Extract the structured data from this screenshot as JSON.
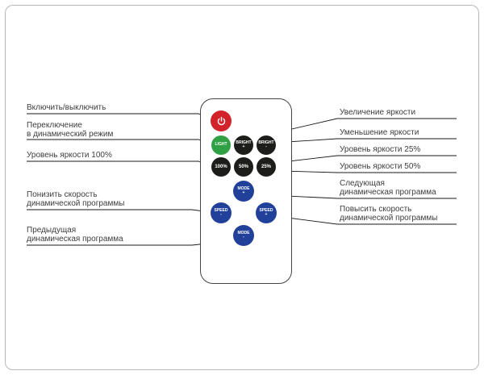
{
  "diagram": {
    "title": "LED controller remote button map",
    "colors": {
      "power_button": "#d2232a",
      "light_button": "#2fa043",
      "dark_button": "#1d1d1b",
      "blue_button": "#21409a",
      "label_text": "#3d3d3d",
      "line": "#1a1a1a",
      "frame_border": "#b9b9b9"
    }
  },
  "labels": {
    "left": [
      {
        "id": "power",
        "text": "Включить/выключить"
      },
      {
        "id": "light",
        "text": "Переключение\nв динамический режим"
      },
      {
        "id": "b100",
        "text": "Уровень яркости 100%"
      },
      {
        "id": "speed_down",
        "text": "Понизить скорость\nдинамической программы"
      },
      {
        "id": "mode_prev",
        "text": "Предыдущая\nдинамическая программа"
      }
    ],
    "right": [
      {
        "id": "bright_up",
        "text": "Увеличение яркости"
      },
      {
        "id": "bright_down",
        "text": "Уменьшение яркости"
      },
      {
        "id": "b25",
        "text": "Уровень яркости 25%"
      },
      {
        "id": "b50",
        "text": "Уровень яркости 50%"
      },
      {
        "id": "mode_next",
        "text": "Следующая\nдинамическая программа"
      },
      {
        "id": "speed_up",
        "text": "Повысить скорость\nдинамической программы"
      }
    ]
  },
  "remote": {
    "buttons": {
      "power": {
        "label": "",
        "icon": "power-icon",
        "color": "#d2232a"
      },
      "light": {
        "label": "LIGHT",
        "color": "#2fa043"
      },
      "bright_up": {
        "label": "BRIGHT\n+",
        "color": "#1d1d1b"
      },
      "bright_down": {
        "label": "BRIGHT\n-",
        "color": "#1d1d1b"
      },
      "p100": {
        "label": "100%",
        "color": "#1d1d1b"
      },
      "p50": {
        "label": "50%",
        "color": "#1d1d1b"
      },
      "p25": {
        "label": "25%",
        "color": "#1d1d1b"
      },
      "mode_up": {
        "label": "MODE\n+",
        "color": "#21409a"
      },
      "speed_down": {
        "label": "SPEED\n-",
        "color": "#21409a"
      },
      "speed_up": {
        "label": "SPEED\n+",
        "color": "#21409a"
      },
      "mode_down": {
        "label": "MODE\n-",
        "color": "#21409a"
      }
    }
  }
}
